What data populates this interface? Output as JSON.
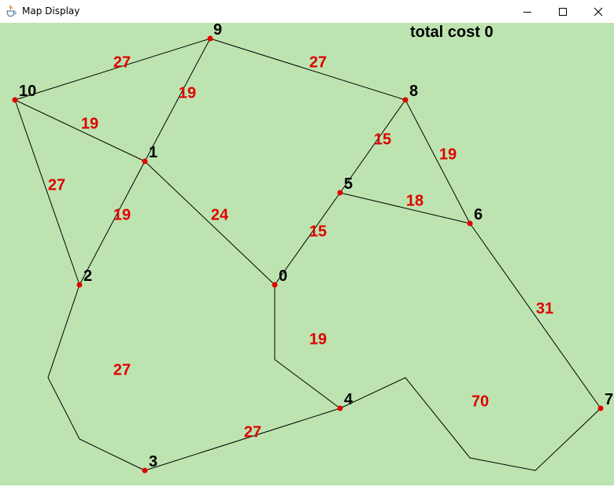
{
  "window": {
    "title": "Map Display",
    "app_icon": "java-coffee-cup-icon",
    "buttons": [
      "minimize-icon",
      "maximize-icon",
      "close-icon"
    ]
  },
  "map": {
    "total_cost_label": "total cost 0",
    "background_color": "#bde4b0",
    "node_color": "#e00000",
    "cost_label_color": "#e00000",
    "node_labels": [
      "0",
      "1",
      "2",
      "3",
      "4",
      "5",
      "6",
      "7",
      "8",
      "9",
      "10"
    ],
    "edges": [
      {
        "from": "10",
        "to": "9",
        "cost": "27"
      },
      {
        "from": "9",
        "to": "1",
        "cost": "19"
      },
      {
        "from": "9",
        "to": "8",
        "cost": "27"
      },
      {
        "from": "10",
        "to": "1",
        "cost": "19"
      },
      {
        "from": "10",
        "to": "2",
        "cost": "27"
      },
      {
        "from": "1",
        "to": "2",
        "cost": "19"
      },
      {
        "from": "1",
        "to": "0",
        "cost": "24"
      },
      {
        "from": "8",
        "to": "5",
        "cost": "15"
      },
      {
        "from": "8",
        "to": "6",
        "cost": "19"
      },
      {
        "from": "5",
        "to": "6",
        "cost": "18"
      },
      {
        "from": "5",
        "to": "0",
        "cost": "15"
      },
      {
        "from": "6",
        "to": "7",
        "cost": "31"
      },
      {
        "from": "0",
        "to": "4",
        "cost": "19"
      },
      {
        "from": "2",
        "to": "3",
        "cost": "27"
      },
      {
        "from": "3",
        "to": "4",
        "cost": "27"
      },
      {
        "from": "4",
        "to": "7",
        "cost": "70"
      }
    ]
  }
}
